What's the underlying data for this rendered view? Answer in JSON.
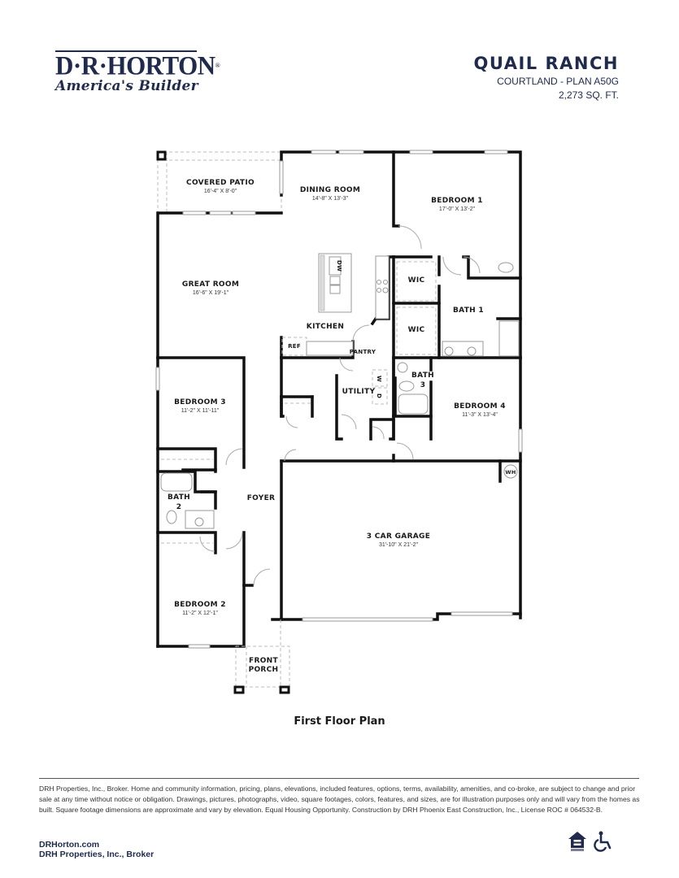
{
  "brand": {
    "name": "D·R·HORTON",
    "registered": "®",
    "tagline": "America's Builder"
  },
  "header": {
    "community": "QUAIL RANCH",
    "plan": "COURTLAND - PLAN A50G",
    "sqft": "2,273 SQ. FT."
  },
  "floor_plan": {
    "caption": "First Floor Plan",
    "rooms": {
      "covered_patio": {
        "name": "COVERED PATIO",
        "dims": "16'-4\" X 8'-0\""
      },
      "dining_room": {
        "name": "DINING ROOM",
        "dims": "14'-8\" X 13'-3\""
      },
      "bedroom_1": {
        "name": "BEDROOM 1",
        "dims": "17'-0\" X 13'-2\""
      },
      "great_room": {
        "name": "GREAT ROOM",
        "dims": "16'-6\" X 19'-1\""
      },
      "kitchen": {
        "name": "KITCHEN"
      },
      "wic_1": {
        "name": "WIC"
      },
      "wic_2": {
        "name": "WIC"
      },
      "bath_1": {
        "name": "BATH 1"
      },
      "pantry": {
        "name": "PANTRY"
      },
      "ref": {
        "name": "REF"
      },
      "dw": {
        "name": "DW"
      },
      "utility": {
        "name": "UTILITY"
      },
      "washer": {
        "name": "W"
      },
      "dryer": {
        "name": "D"
      },
      "bath_3": {
        "name": "BATH",
        "num": "3"
      },
      "bedroom_4": {
        "name": "BEDROOM 4",
        "dims": "11'-3\" X 13'-4\""
      },
      "bedroom_3": {
        "name": "BEDROOM 3",
        "dims": "11'-2\" X 11'-11\""
      },
      "bath_2": {
        "name": "BATH",
        "num": "2"
      },
      "foyer": {
        "name": "FOYER"
      },
      "garage": {
        "name": "3 CAR GARAGE",
        "dims": "31'-10\" X 21'-2\""
      },
      "water_heater": {
        "name": "WH"
      },
      "bedroom_2": {
        "name": "BEDROOM 2",
        "dims": "11'-2\" X 12'-1\""
      },
      "front_porch": {
        "name": "FRONT",
        "name2": "PORCH"
      }
    }
  },
  "footer": {
    "disclaimer": "DRH Properties, Inc., Broker. Home and community information, pricing, plans, elevations, included features, options, terms, availability, amenities, and co-broke, are subject to change and prior sale at any time without notice or obligation. Drawings, pictures, photographs, video, square footages, colors, features, and sizes, are for illustration purposes only and will vary from the homes as built. Square footage dimensions are approximate and vary by elevation. Equal Housing Opportunity. Construction by DRH Phoenix East Construction, Inc., License ROC # 064532-B.",
    "website": "DRHorton.com",
    "broker": "DRH Properties, Inc., Broker",
    "icons": [
      "equal-housing-icon",
      "accessibility-icon"
    ]
  },
  "colors": {
    "brand_navy": "#1f2a4d",
    "wall": "#111111"
  }
}
